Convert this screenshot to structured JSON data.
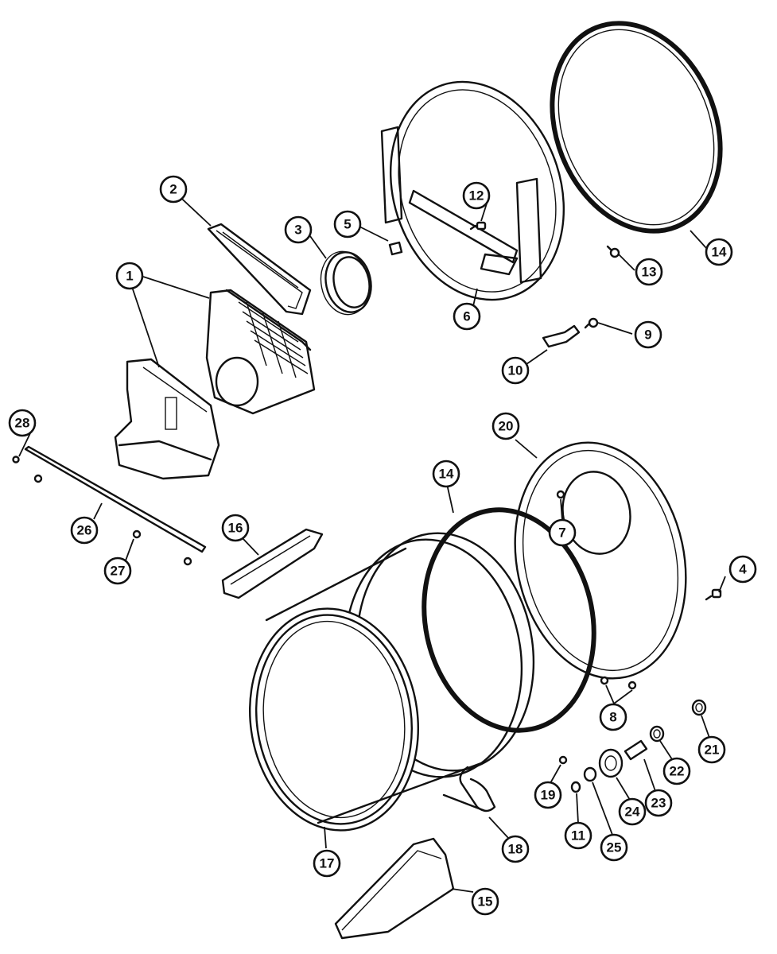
{
  "callouts": [
    {
      "id": "1",
      "label": "1"
    },
    {
      "id": "2",
      "label": "2"
    },
    {
      "id": "3",
      "label": "3"
    },
    {
      "id": "4",
      "label": "4"
    },
    {
      "id": "5",
      "label": "5"
    },
    {
      "id": "6",
      "label": "6"
    },
    {
      "id": "7",
      "label": "7"
    },
    {
      "id": "8",
      "label": "8"
    },
    {
      "id": "9",
      "label": "9"
    },
    {
      "id": "10",
      "label": "10"
    },
    {
      "id": "11",
      "label": "11"
    },
    {
      "id": "12",
      "label": "12"
    },
    {
      "id": "13",
      "label": "13"
    },
    {
      "id": "14a",
      "label": "14"
    },
    {
      "id": "14b",
      "label": "14"
    },
    {
      "id": "15",
      "label": "15"
    },
    {
      "id": "16",
      "label": "16"
    },
    {
      "id": "17",
      "label": "17"
    },
    {
      "id": "18",
      "label": "18"
    },
    {
      "id": "19",
      "label": "19"
    },
    {
      "id": "20",
      "label": "20"
    },
    {
      "id": "21",
      "label": "21"
    },
    {
      "id": "22",
      "label": "22"
    },
    {
      "id": "23",
      "label": "23"
    },
    {
      "id": "24",
      "label": "24"
    },
    {
      "id": "25",
      "label": "25"
    },
    {
      "id": "26",
      "label": "26"
    },
    {
      "id": "27",
      "label": "27"
    },
    {
      "id": "28",
      "label": "28"
    }
  ]
}
